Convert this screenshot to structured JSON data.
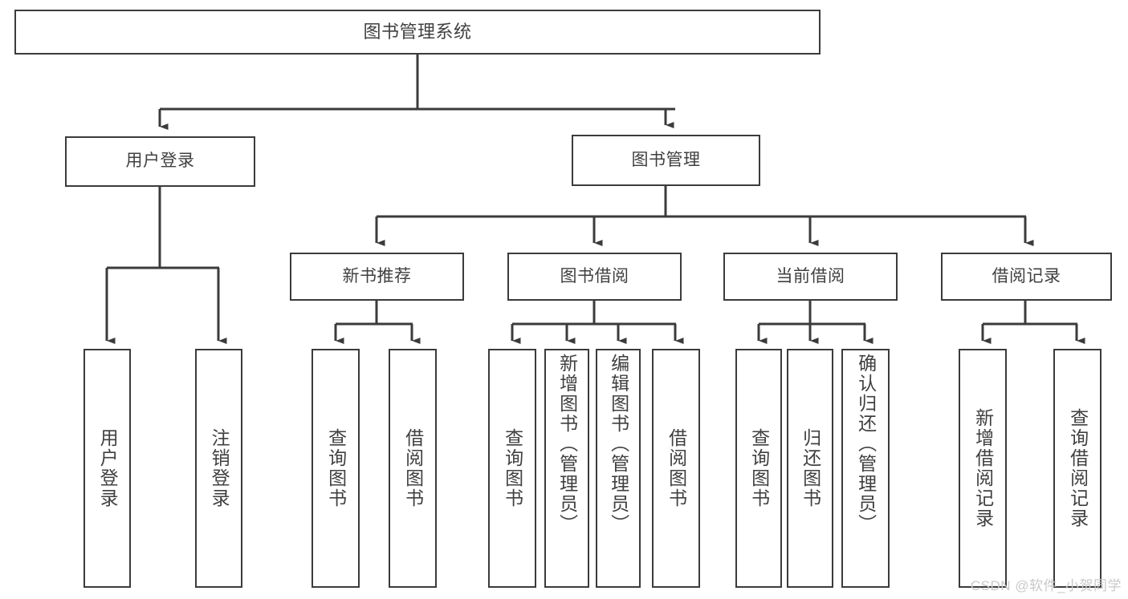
{
  "diagram": {
    "title": "图书管理系统",
    "type": "hierarchy-tree",
    "nodes": {
      "root": {
        "label": "图书管理系统"
      },
      "level2": [
        {
          "id": "user-login",
          "label": "用户登录"
        },
        {
          "id": "book-management",
          "label": "图书管理"
        }
      ],
      "level3": [
        {
          "id": "new-book-recommend",
          "label": "新书推荐"
        },
        {
          "id": "book-borrow",
          "label": "图书借阅"
        },
        {
          "id": "current-borrow",
          "label": "当前借阅"
        },
        {
          "id": "borrow-record",
          "label": "借阅记录"
        }
      ],
      "leaves": [
        {
          "id": "leaf-user-login",
          "label": "用户登录"
        },
        {
          "id": "leaf-logout-login",
          "label": "注销登录"
        },
        {
          "id": "leaf-query-book-1",
          "label": "查询图书"
        },
        {
          "id": "leaf-borrow-book-1",
          "label": "借阅图书"
        },
        {
          "id": "leaf-query-book-2",
          "label": "查询图书"
        },
        {
          "id": "leaf-add-book-admin",
          "label": "新增图书（管理员）"
        },
        {
          "id": "leaf-edit-book-admin",
          "label": "编辑图书（管理员）"
        },
        {
          "id": "leaf-borrow-book-2",
          "label": "借阅图书"
        },
        {
          "id": "leaf-query-book-3",
          "label": "查询图书"
        },
        {
          "id": "leaf-return-book",
          "label": "归还图书"
        },
        {
          "id": "leaf-confirm-return-admin",
          "label": "确认归还（管理员）"
        },
        {
          "id": "leaf-add-borrow-record",
          "label": "新增借阅记录"
        },
        {
          "id": "leaf-query-borrow-record",
          "label": "查询借阅记录"
        }
      ]
    },
    "colors": {
      "border": "#3b3b3b",
      "background": "#ffffff",
      "text": "#404040",
      "connector": "#3b3b3b",
      "watermark": "#c9c9c9"
    }
  },
  "watermark": {
    "text": "CSDN @软件_小贺同学"
  }
}
